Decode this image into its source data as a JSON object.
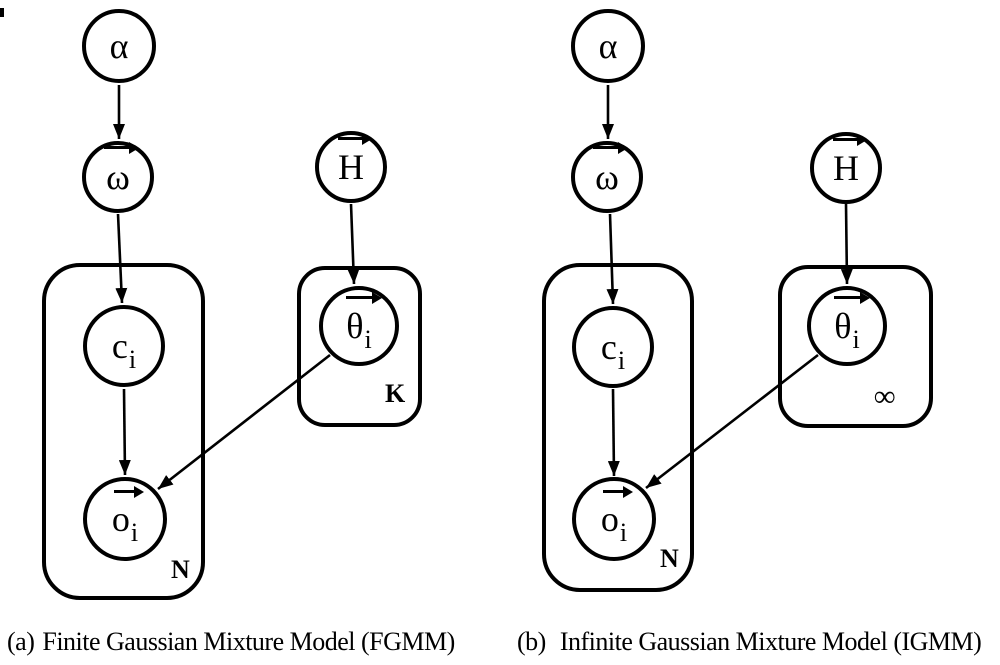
{
  "figure": {
    "background": "#ffffff",
    "stroke_color": "#000000",
    "diagrams": [
      {
        "caption_label": "(a)",
        "caption_text": "Finite Gaussian Mixture Model (FGMM)",
        "nodes": {
          "alpha": {
            "symbol": "α",
            "sub": ""
          },
          "omega": {
            "symbol": "ω",
            "sub": ""
          },
          "h": {
            "symbol": "H",
            "sub": ""
          },
          "c": {
            "symbol": "c",
            "sub": "i"
          },
          "o": {
            "symbol": "o",
            "sub": "i"
          },
          "theta": {
            "symbol": "θ",
            "sub": "i"
          }
        },
        "plates": {
          "data_label": "N",
          "mixture_label": "K"
        }
      },
      {
        "caption_label": "(b)",
        "caption_text": "Infinite Gaussian Mixture Model (IGMM)",
        "nodes": {
          "alpha": {
            "symbol": "α",
            "sub": ""
          },
          "omega": {
            "symbol": "ω",
            "sub": ""
          },
          "h": {
            "symbol": "H",
            "sub": ""
          },
          "c": {
            "symbol": "c",
            "sub": "i"
          },
          "o": {
            "symbol": "o",
            "sub": "i"
          },
          "theta": {
            "symbol": "θ",
            "sub": "i"
          }
        },
        "plates": {
          "data_label": "N",
          "mixture_label": "∞"
        }
      }
    ]
  }
}
